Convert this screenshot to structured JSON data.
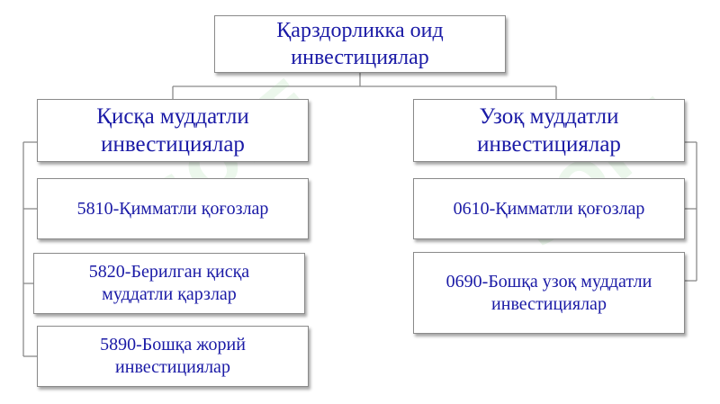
{
  "diagram": {
    "root": "Қарздорликка оид\nинвестициялар",
    "left": {
      "heading": "Қисқа муддатли\nинвестициялар",
      "items": [
        "5810-Қимматли қоғозлар",
        "5820-Берилган қисқа\nмуддатли қарзлар",
        "5890-Бошқа жорий\nинвестициялар"
      ]
    },
    "right": {
      "heading": "Узоқ муддатли\nинвестициялар",
      "items": [
        "0610-Қимматли қоғозлар",
        "0690-Бошқа узоқ муддатли\nинвестициялар"
      ]
    }
  },
  "watermark": "SOFF",
  "colors": {
    "text": "#1a1aa6",
    "border": "#8a8a8a",
    "connector": "#8a8a8a",
    "watermark": "#96d296"
  }
}
